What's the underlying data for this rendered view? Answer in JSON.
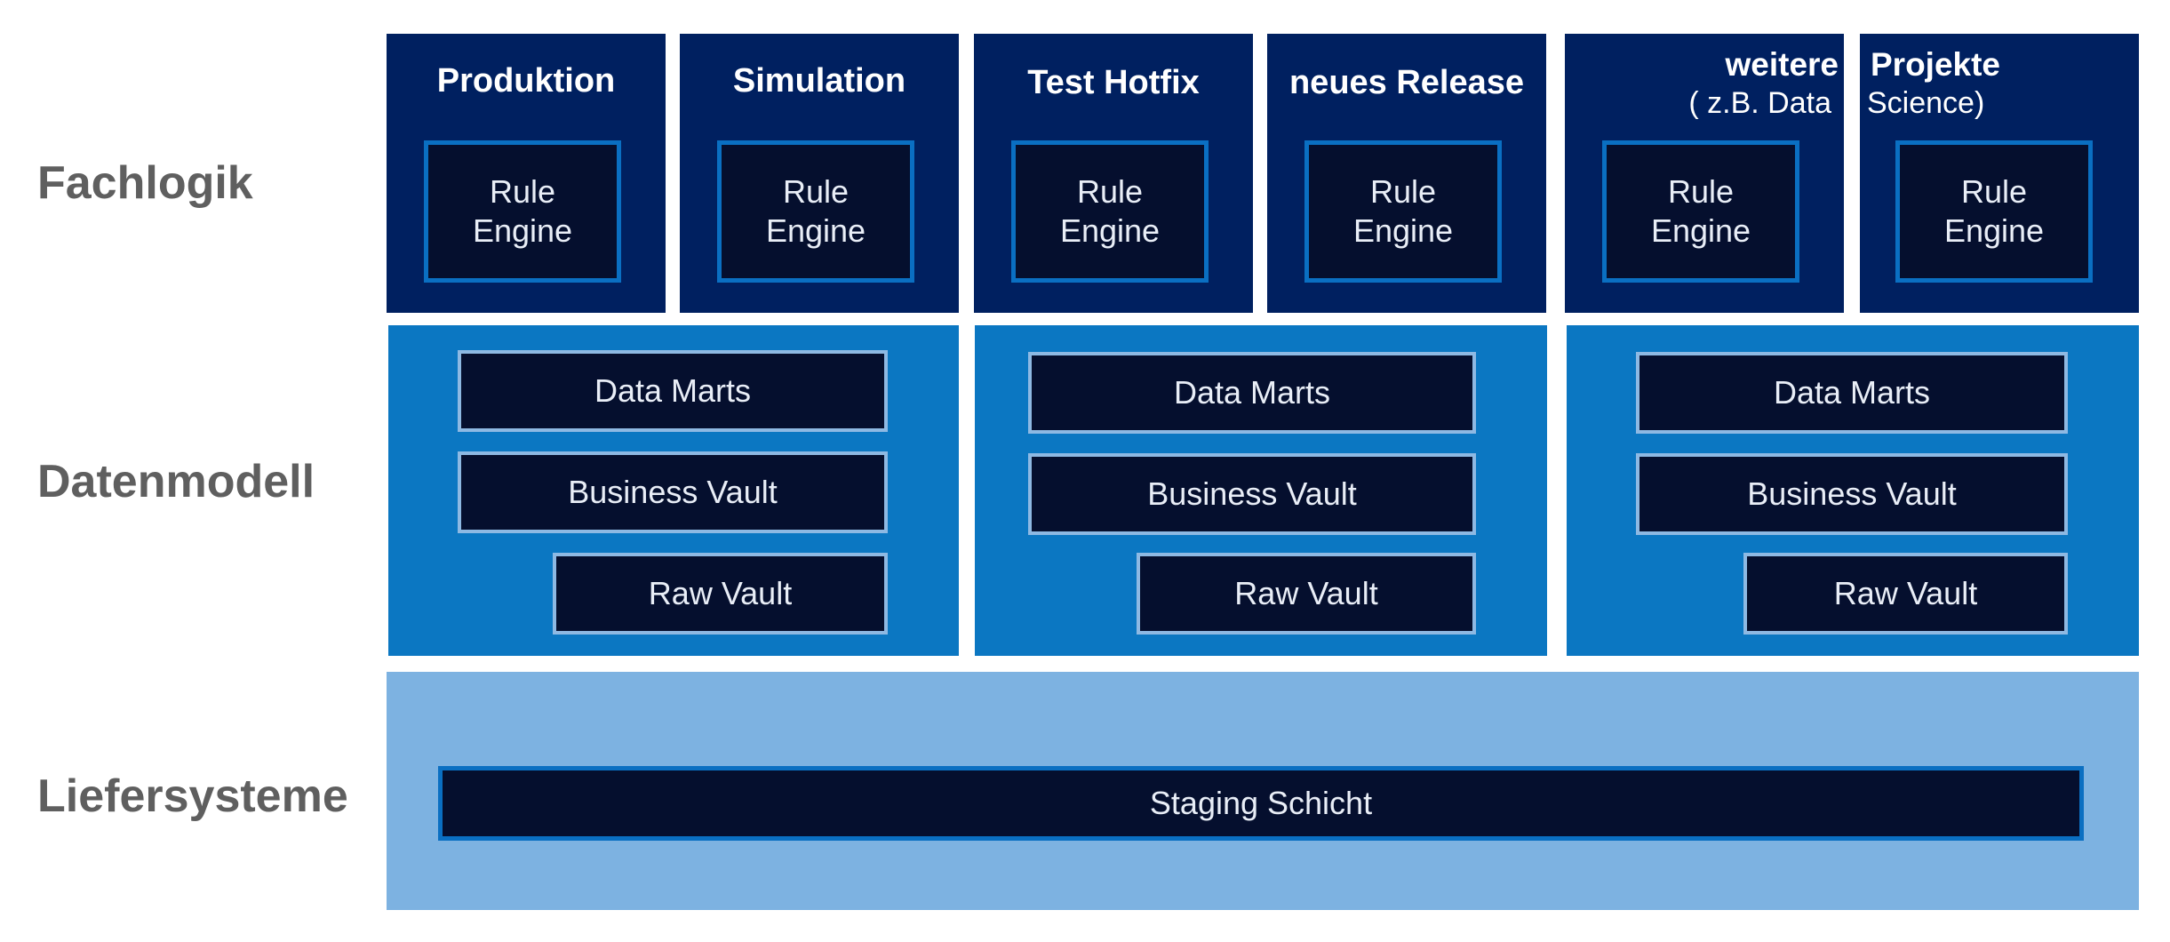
{
  "row_labels": {
    "fachlogik": "Fachlogik",
    "datenmodell": "Datenmodell",
    "liefersysteme": "Liefersysteme"
  },
  "environments": {
    "produktion": "Produktion",
    "simulation": "Simulation",
    "test_hotfix": "Test Hotfix",
    "neues_release": "neues Release",
    "weitere_line1": "weitere",
    "weitere_line2": "( z.B. Data",
    "projekte_line1": "Projekte",
    "projekte_line2": "Science)"
  },
  "rule_engine": {
    "line1": "Rule",
    "line2": "Engine"
  },
  "data_layers": {
    "data_marts": "Data Marts",
    "business_vault": "Business Vault",
    "raw_vault": "Raw Vault"
  },
  "staging": "Staging Schicht",
  "colors": {
    "dark_navy": "#002060",
    "inner_dark": "#050f2e",
    "mid_blue": "#0b77c2",
    "light_blue": "#7db2e1",
    "label_gray": "#5f5f5f"
  }
}
